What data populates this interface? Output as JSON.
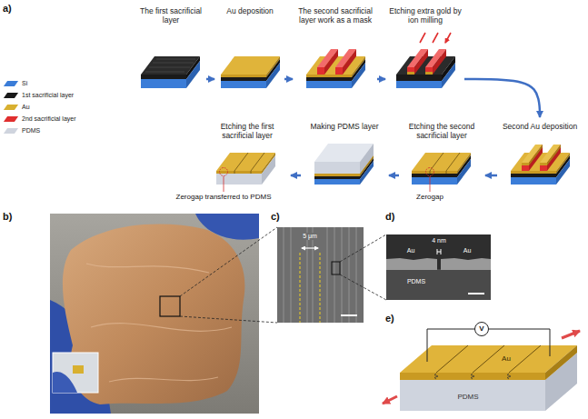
{
  "diagram": {
    "nodes": [
      {
        "text": [
          "The first sacrificial layer"
        ]
      },
      {
        "text": [
          "Au deposition"
        ]
      },
      {
        "text": [
          "The second sacrificial layer work as a mask"
        ]
      },
      {
        "text": [
          "Etching extra gold by ion milling"
        ]
      },
      {
        "text": [
          "Second Au deposition"
        ]
      },
      {
        "text": [
          "Etching the second sacrificial layer"
        ]
      },
      {
        "text": [
          "Making PDMS layer"
        ]
      },
      {
        "text": [
          "Etching the first sacrificial layer"
        ]
      }
    ],
    "edges": [
      {
        "from": 0,
        "to": 1,
        "arrow": "to"
      },
      {
        "from": 1,
        "to": 2,
        "arrow": "to"
      },
      {
        "from": 2,
        "to": 3,
        "arrow": "to"
      },
      {
        "from": 3,
        "to": 4,
        "arrow": "to"
      },
      {
        "from": 4,
        "to": 5,
        "arrow": "to"
      },
      {
        "from": 5,
        "to": 6,
        "arrow": "to"
      },
      {
        "from": 6,
        "to": 7,
        "arrow": "to"
      }
    ],
    "labels": [
      "a)",
      "b)",
      "c)",
      "d)",
      "e)",
      "Zerogap",
      "Zerogap transferred to PDMS",
      "5 μm",
      "4 nm",
      "Au",
      "Au",
      "PDMS",
      "V",
      "Au",
      "PDMS"
    ],
    "legend": [
      {
        "text": "Si",
        "color": "#3b7dd8"
      },
      {
        "text": "1st sacrificial layer",
        "color": "#1a1a1a"
      },
      {
        "text": "Au",
        "color": "#d8b030"
      },
      {
        "text": "2nd sacrificial layer",
        "color": "#e02f2f"
      },
      {
        "text": "PDMS",
        "color": "#cfd4de"
      }
    ]
  }
}
